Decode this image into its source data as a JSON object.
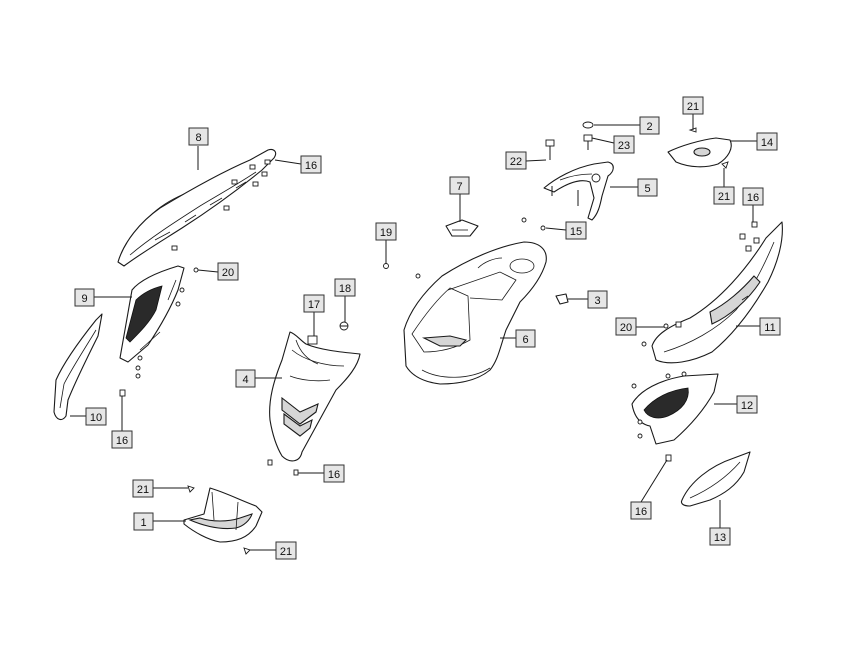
{
  "callouts": [
    {
      "id": "c1",
      "label": "1"
    },
    {
      "id": "c2",
      "label": "2"
    },
    {
      "id": "c3",
      "label": "3"
    },
    {
      "id": "c4",
      "label": "4"
    },
    {
      "id": "c5",
      "label": "5"
    },
    {
      "id": "c6",
      "label": "6"
    },
    {
      "id": "c7",
      "label": "7"
    },
    {
      "id": "c8",
      "label": "8"
    },
    {
      "id": "c9",
      "label": "9"
    },
    {
      "id": "c10",
      "label": "10"
    },
    {
      "id": "c11",
      "label": "11"
    },
    {
      "id": "c12",
      "label": "12"
    },
    {
      "id": "c13",
      "label": "13"
    },
    {
      "id": "c14",
      "label": "14"
    },
    {
      "id": "c15",
      "label": "15"
    },
    {
      "id": "c16a",
      "label": "16"
    },
    {
      "id": "c16b",
      "label": "16"
    },
    {
      "id": "c16c",
      "label": "16"
    },
    {
      "id": "c16d",
      "label": "16"
    },
    {
      "id": "c16e",
      "label": "16"
    },
    {
      "id": "c17",
      "label": "17"
    },
    {
      "id": "c18",
      "label": "18"
    },
    {
      "id": "c19",
      "label": "19"
    },
    {
      "id": "c20a",
      "label": "20"
    },
    {
      "id": "c20b",
      "label": "20"
    },
    {
      "id": "c21a",
      "label": "21"
    },
    {
      "id": "c21b",
      "label": "21"
    },
    {
      "id": "c21c",
      "label": "21"
    },
    {
      "id": "c21d",
      "label": "21"
    },
    {
      "id": "c22",
      "label": "22"
    },
    {
      "id": "c23",
      "label": "23"
    }
  ]
}
